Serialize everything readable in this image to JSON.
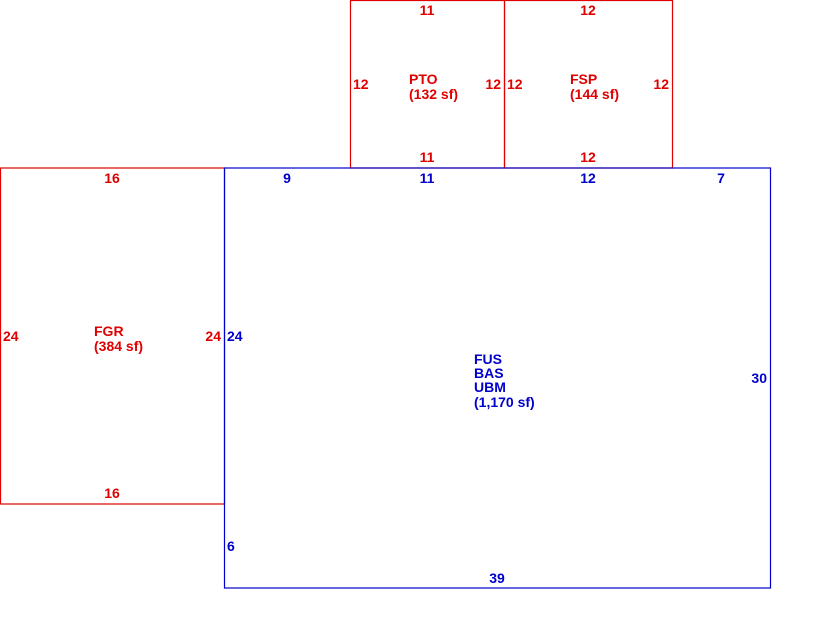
{
  "colors": {
    "red": "#e00000",
    "blue": "#0000cc"
  },
  "areas": {
    "pto": {
      "code": "PTO",
      "area": "(132 sf)",
      "dims": {
        "top": "11",
        "bottom": "11",
        "left": "12",
        "right": "12"
      }
    },
    "fsp": {
      "code": "FSP",
      "area": "(144 sf)",
      "dims": {
        "top": "12",
        "bottom": "12",
        "left": "12",
        "right": "12"
      }
    },
    "fgr": {
      "code": "FGR",
      "area": "(384 sf)",
      "dims": {
        "top": "16",
        "bottom": "16",
        "left": "24",
        "right": "24"
      }
    },
    "main": {
      "codes": [
        "FUS",
        "BAS",
        "UBM"
      ],
      "area": "(1,170 sf)",
      "dims": {
        "top_a": "9",
        "top_b": "11",
        "top_c": "12",
        "top_d": "7",
        "left_upper": "24",
        "left_lower": "6",
        "right": "30",
        "bottom": "39"
      }
    }
  }
}
